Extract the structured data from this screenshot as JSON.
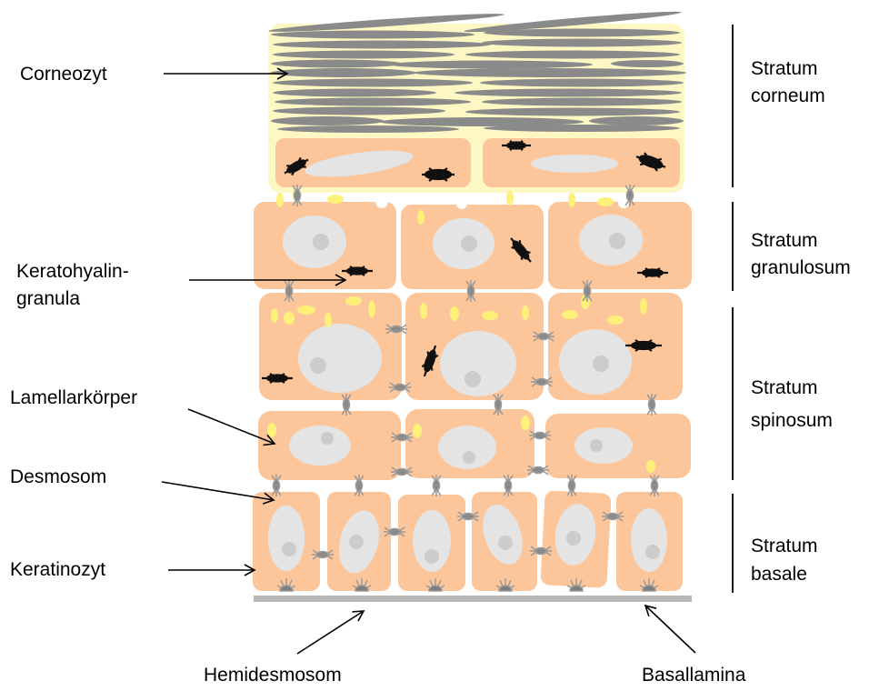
{
  "labels": {
    "corneozyt": "Corneozyt",
    "keratohyalin_1": "Keratohyalin-",
    "keratohyalin_2": "granula",
    "lamellarkoerper": "Lamellarkörper",
    "desmosom": "Desmosom",
    "keratinozyt": "Keratinozyt",
    "hemidesmosom": "Hemidesmosom",
    "basallamina": "Basallamina"
  },
  "layers": {
    "corneum": [
      "Stratum",
      "corneum"
    ],
    "granulosum": [
      "Stratum",
      "granulosum"
    ],
    "spinosum": [
      "Stratum",
      "spinosum"
    ],
    "basale": [
      "Stratum",
      "basale"
    ]
  },
  "colors": {
    "cell_fill": "#fcc69a",
    "corneum_fill": "#fdf7c3",
    "nucleus": "#e4e4e4",
    "nucleolus": "#cccccc",
    "granule_yellow": "#fdf17a",
    "corneocyte_gray": "#8a8a8a",
    "basal_lamina": "#b8b8b8",
    "keratohyalin": "#111111"
  }
}
